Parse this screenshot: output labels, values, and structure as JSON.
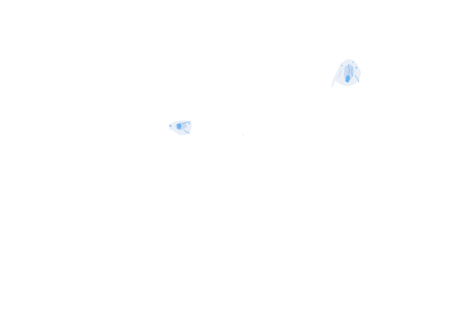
{
  "map": {
    "background_color": "#ffffff",
    "colors": {
      "water_light": "#e6ecf7",
      "water_mid": "#c9dbf2",
      "water_accent": "#8fc2f2",
      "water_strong": "#6fb3ee",
      "speck": "#d8dde6"
    },
    "features": [
      {
        "name": "water-cluster-northeast"
      },
      {
        "name": "water-cluster-west"
      },
      {
        "name": "isolated-speck"
      }
    ]
  }
}
